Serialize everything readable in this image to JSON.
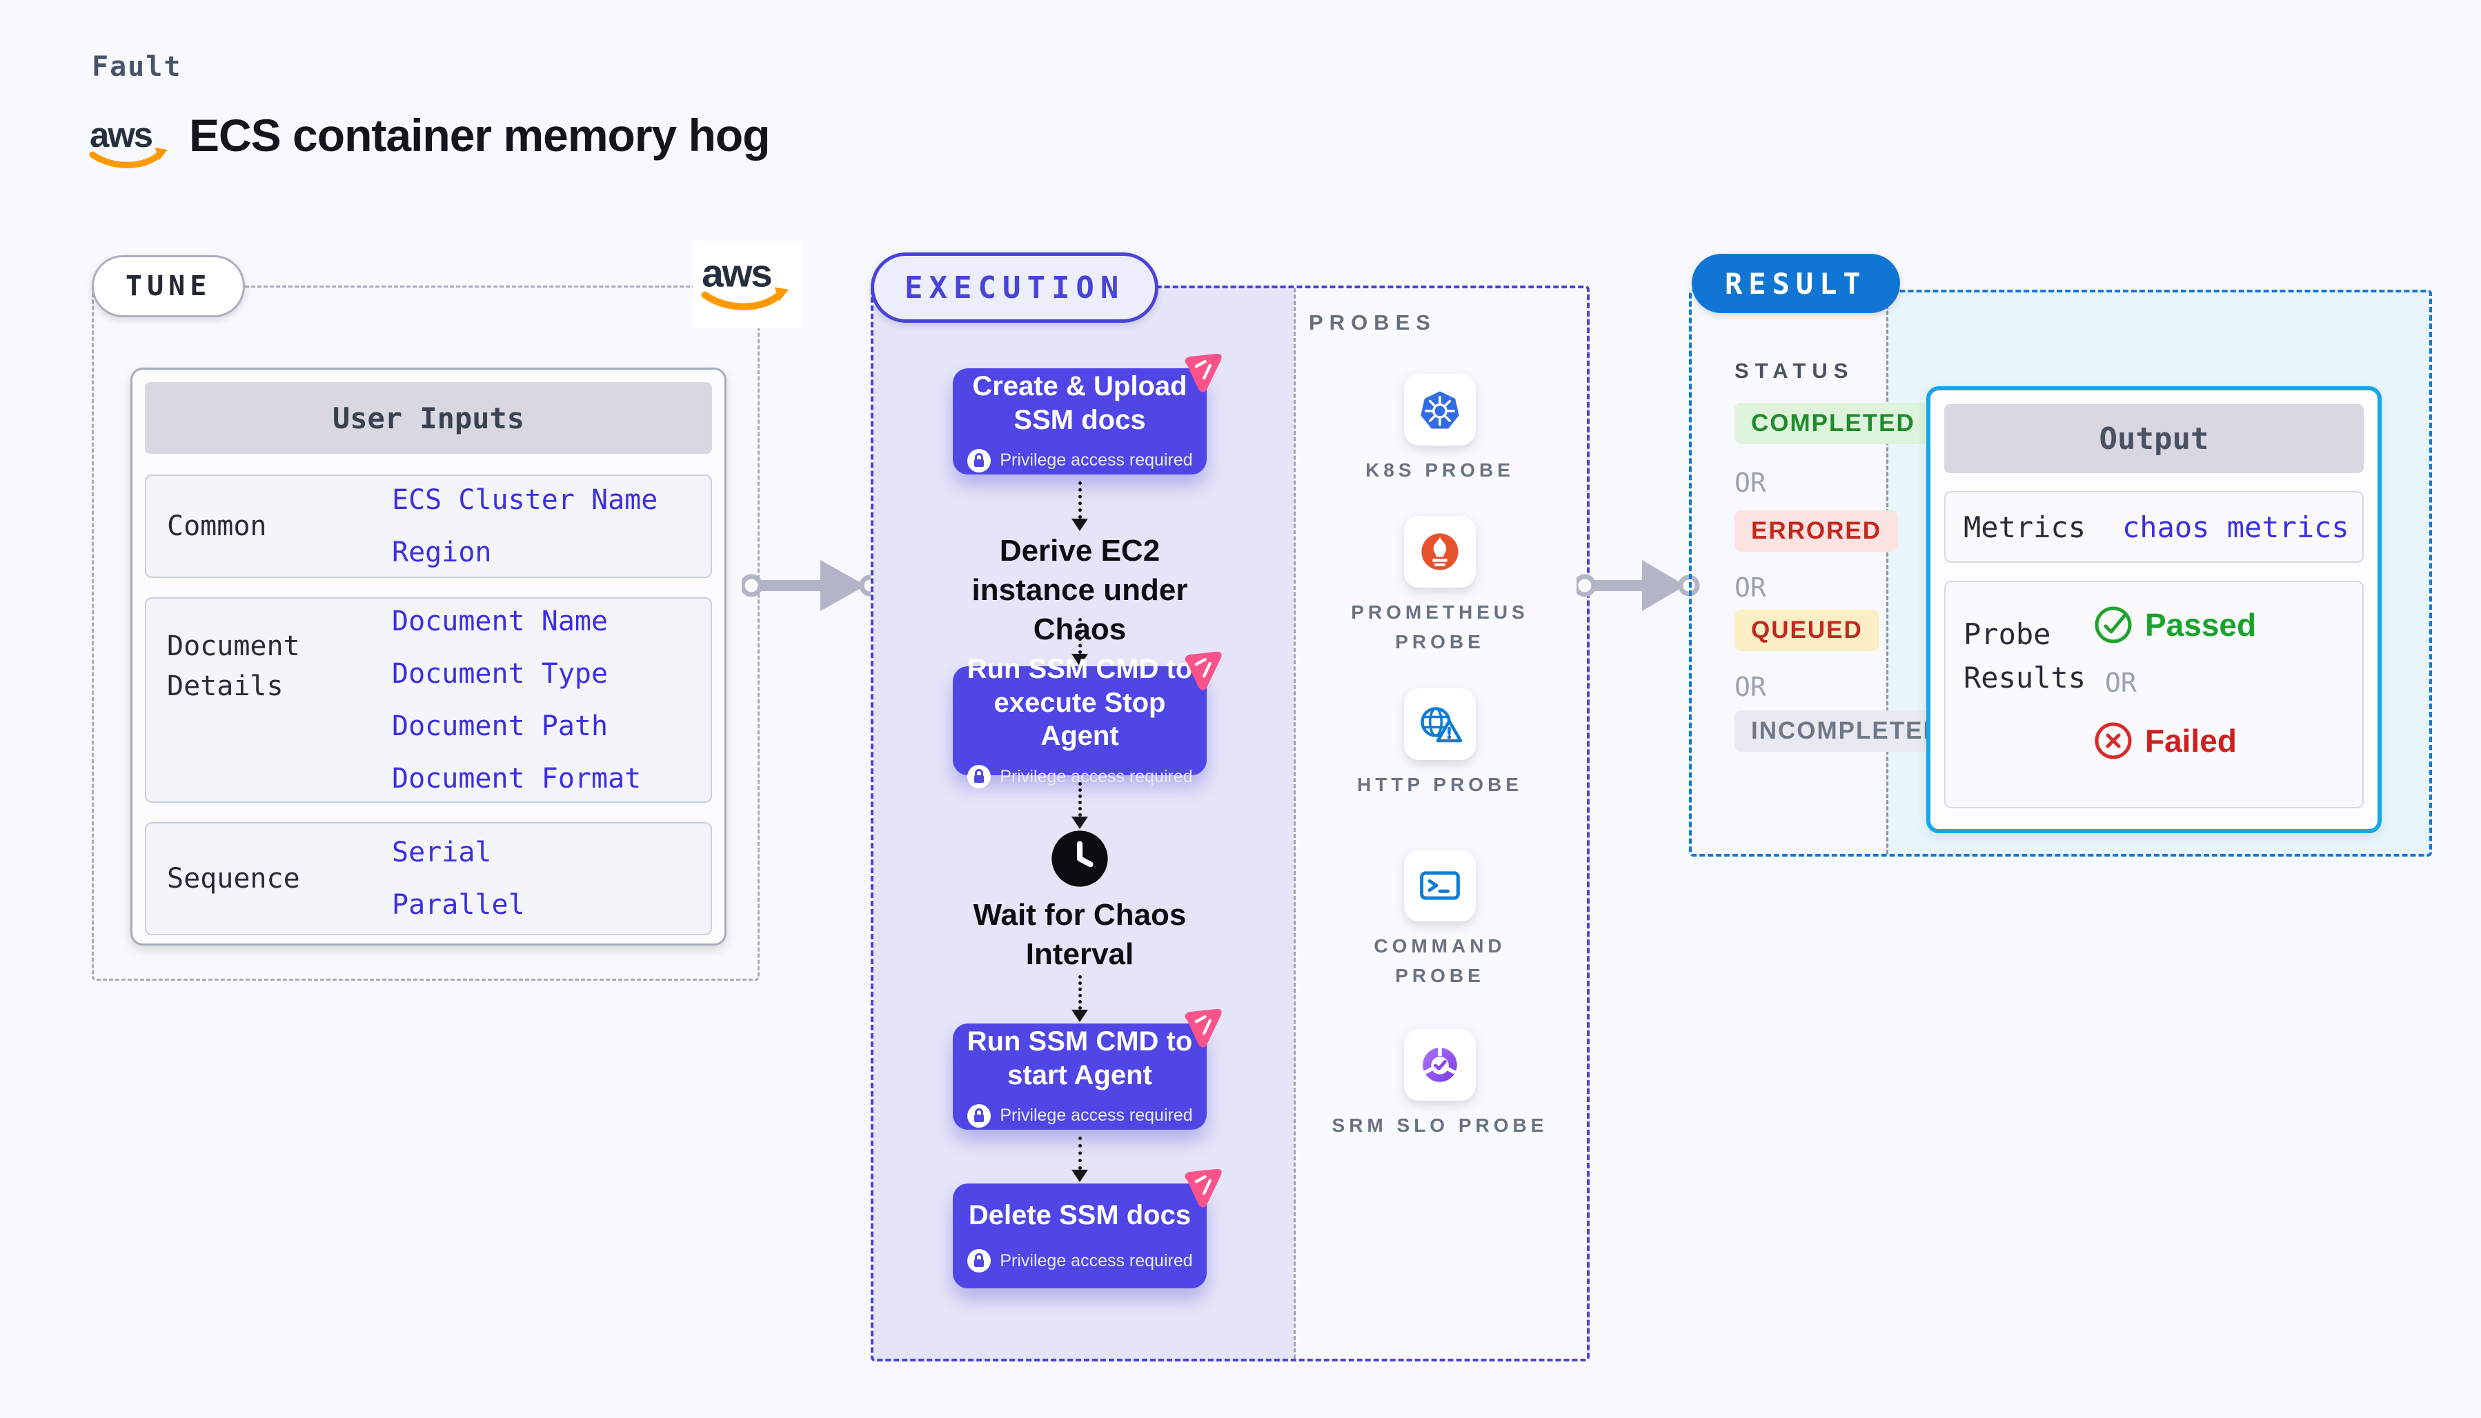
{
  "header": {
    "kicker": "Fault",
    "title": "ECS container memory hog"
  },
  "logos": {
    "aws": "aws"
  },
  "tune": {
    "pill": "TUNE",
    "user_inputs": {
      "header": "User Inputs",
      "rows": [
        {
          "label": "Common",
          "values": [
            "ECS Cluster Name",
            "Region"
          ]
        },
        {
          "label": "Document Details",
          "values": [
            "Document Name",
            "Document Type",
            "Document Path",
            "Document Format"
          ]
        },
        {
          "label": "Sequence",
          "values": [
            "Serial",
            "Parallel"
          ]
        }
      ]
    }
  },
  "execution": {
    "pill": "EXECUTION",
    "steps": [
      {
        "kind": "action",
        "title": "Create & Upload SSM docs",
        "note": "Privilege access required"
      },
      {
        "kind": "derive",
        "title": "Derive EC2 instance under Chaos"
      },
      {
        "kind": "action",
        "title": "Run SSM CMD to execute Stop Agent",
        "note": "Privilege access required"
      },
      {
        "kind": "wait",
        "title": "Wait for Chaos Interval"
      },
      {
        "kind": "action",
        "title": "Run SSM CMD to start Agent",
        "note": "Privilege access required"
      },
      {
        "kind": "action",
        "title": "Delete SSM docs",
        "note": "Privilege access required"
      }
    ],
    "probes": {
      "header": "PROBES",
      "items": [
        {
          "label": "K8S PROBE",
          "icon": "kubernetes-icon"
        },
        {
          "label": "PROMETHEUS PROBE",
          "icon": "prometheus-icon"
        },
        {
          "label": "HTTP PROBE",
          "icon": "http-globe-warning-icon"
        },
        {
          "label": "COMMAND PROBE",
          "icon": "terminal-icon"
        },
        {
          "label": "SRM SLO PROBE",
          "icon": "srm-slo-icon"
        }
      ]
    }
  },
  "result": {
    "pill": "RESULT",
    "status": {
      "header": "STATUS",
      "or": "OR",
      "badges": [
        {
          "label": "COMPLETED",
          "tone": "green"
        },
        {
          "label": "ERRORED",
          "tone": "red"
        },
        {
          "label": "QUEUED",
          "tone": "yellow"
        },
        {
          "label": "INCOMPLETED",
          "tone": "gray"
        }
      ]
    },
    "output": {
      "header": "Output",
      "metrics": {
        "label": "Metrics",
        "value": "chaos metrics"
      },
      "probe_results": {
        "label": "Probe Results",
        "passed": "Passed",
        "or": "OR",
        "failed": "Failed"
      }
    }
  },
  "colors": {
    "background": "#F8F9FC",
    "indigo_accent": "#4A43D8",
    "step_box": "#4F46E5",
    "lavender_bg": "#E5E5F9",
    "pink_badge": "#F9538A",
    "result_blue": "#1176D3",
    "output_border": "#17A6E8",
    "cyan_bg": "#E8F5FC",
    "value_indigo": "#3B2FE3",
    "green_text": "#1F8B2C",
    "green_bg": "#DDF3DC",
    "red_text": "#C3281E",
    "red_bg": "#FBE3E2",
    "yellow_bg": "#FCEFC6",
    "gray_text": "#6F7787",
    "gray_bg": "#E9EAF1",
    "passed_green": "#18A32D",
    "failed_red": "#D92B2B",
    "aws_orange": "#FF9900",
    "aws_navy": "#252F3E",
    "kubernetes_blue": "#326CE5",
    "prometheus_orange": "#E6522C",
    "probe_blue": "#0E7CD8",
    "srm_purple": "#8B46F0"
  }
}
